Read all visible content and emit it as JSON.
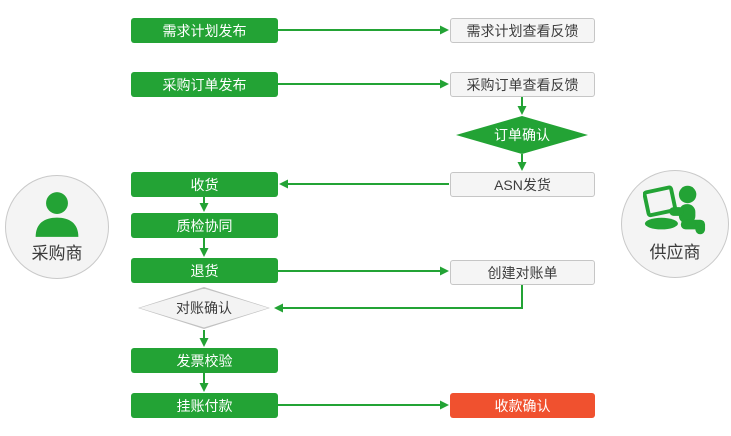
{
  "colors": {
    "green": "#23a335",
    "red": "#f0512f",
    "node_gray_fill": "#f5f5f5",
    "node_gray_border": "#c6c6c6",
    "text_dark": "#3d3d3d",
    "text_light": "#ffffff"
  },
  "actors": {
    "buyer": {
      "label": "采购商",
      "icon": "person-icon"
    },
    "supplier": {
      "label": "供应商",
      "icon": "person-laptop-icon"
    }
  },
  "flow": {
    "buyer": [
      {
        "id": "demand-plan-publish",
        "label": "需求计划发布",
        "shape": "rect",
        "style": "green"
      },
      {
        "id": "purchase-order-publish",
        "label": "采购订单发布",
        "shape": "rect",
        "style": "green"
      },
      {
        "id": "receive-goods",
        "label": "收货",
        "shape": "rect",
        "style": "green"
      },
      {
        "id": "quality-inspection-collab",
        "label": "质检协同",
        "shape": "rect",
        "style": "green"
      },
      {
        "id": "return-goods",
        "label": "退货",
        "shape": "rect",
        "style": "green"
      },
      {
        "id": "reconciliation-confirm",
        "label": "对账确认",
        "shape": "diamond",
        "style": "gray"
      },
      {
        "id": "invoice-verification",
        "label": "发票校验",
        "shape": "rect",
        "style": "green"
      },
      {
        "id": "book-payment",
        "label": "挂账付款",
        "shape": "rect",
        "style": "green"
      }
    ],
    "supplier": [
      {
        "id": "demand-plan-view-feedback",
        "label": "需求计划查看反馈",
        "shape": "rect",
        "style": "white"
      },
      {
        "id": "purchase-order-view-feedback",
        "label": "采购订单查看反馈",
        "shape": "rect",
        "style": "white"
      },
      {
        "id": "order-confirm",
        "label": "订单确认",
        "shape": "diamond",
        "style": "green"
      },
      {
        "id": "asn-shipping",
        "label": "ASN发货",
        "shape": "rect",
        "style": "white"
      },
      {
        "id": "create-statement",
        "label": "创建对账单",
        "shape": "rect",
        "style": "white"
      },
      {
        "id": "payment-receipt-confirm",
        "label": "收款确认",
        "shape": "rect",
        "style": "red"
      }
    ]
  }
}
